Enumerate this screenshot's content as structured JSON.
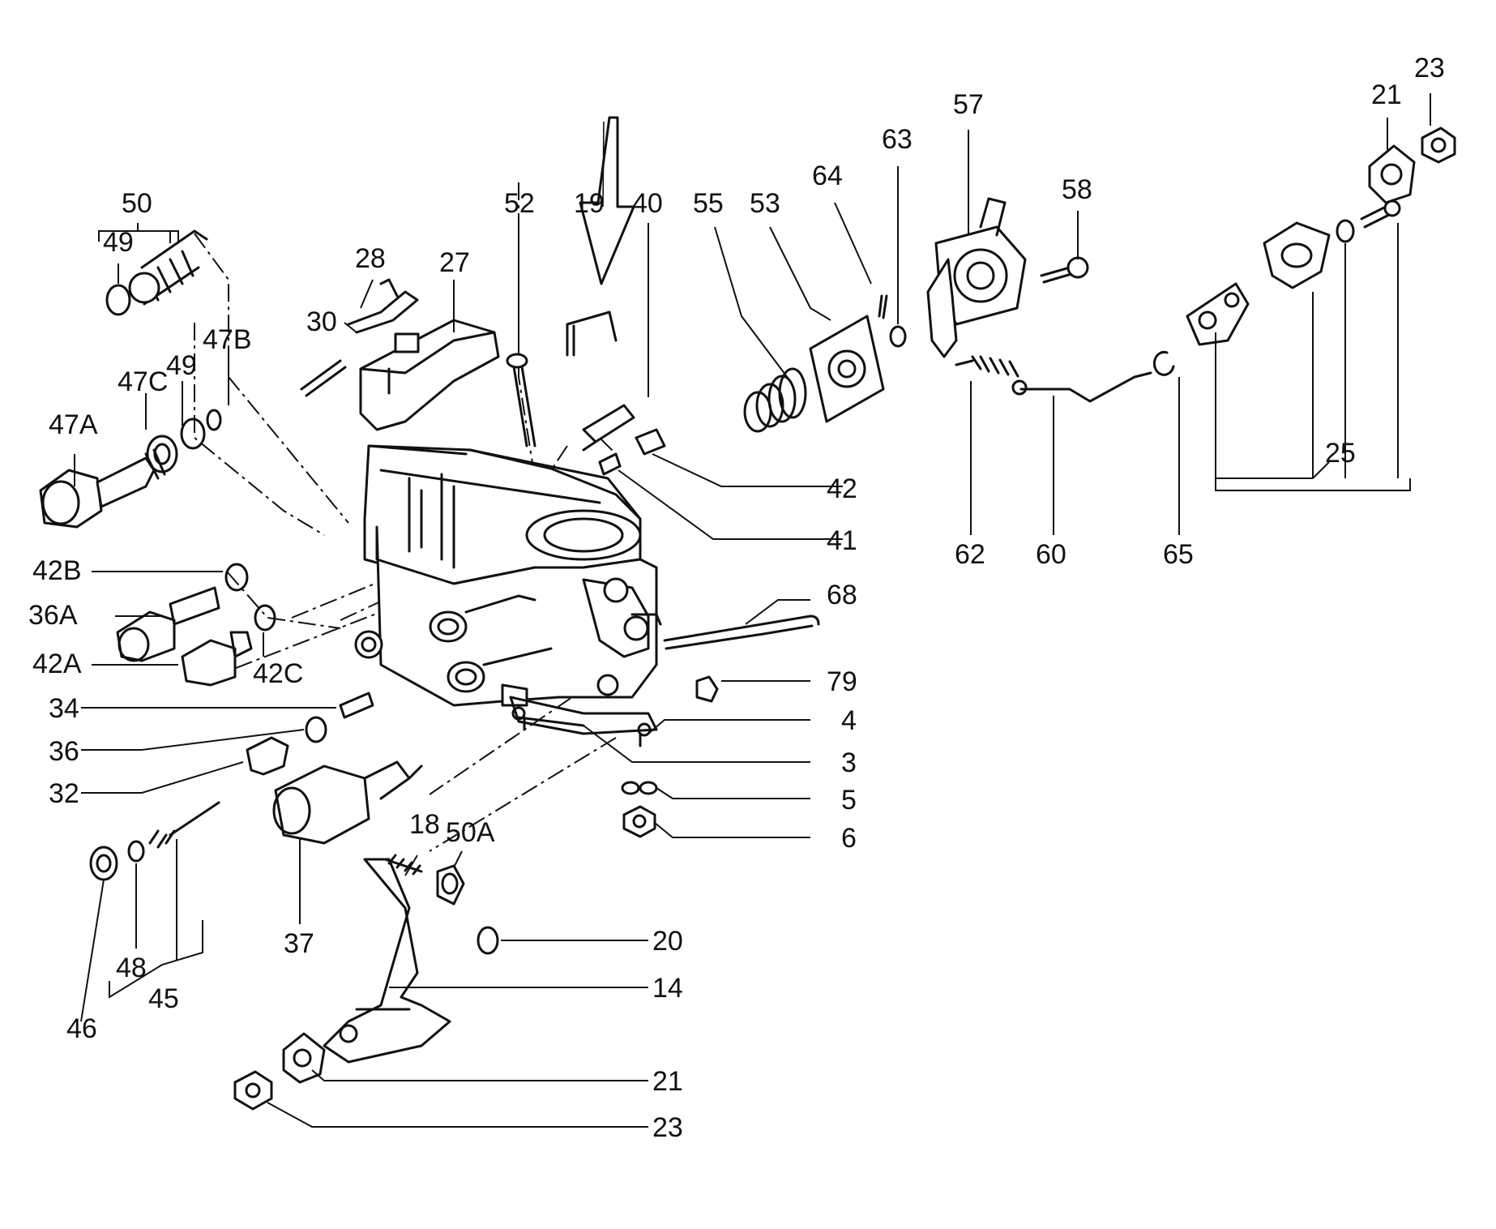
{
  "callouts": [
    {
      "id": "c50",
      "text": "50"
    },
    {
      "id": "c49a",
      "text": "49"
    },
    {
      "id": "c28",
      "text": "28"
    },
    {
      "id": "c27",
      "text": "27"
    },
    {
      "id": "c30",
      "text": "30"
    },
    {
      "id": "c52",
      "text": "52"
    },
    {
      "id": "c19",
      "text": "19"
    },
    {
      "id": "c40",
      "text": "40"
    },
    {
      "id": "c55",
      "text": "55"
    },
    {
      "id": "c53",
      "text": "53"
    },
    {
      "id": "c64",
      "text": "64"
    },
    {
      "id": "c63",
      "text": "63"
    },
    {
      "id": "c57",
      "text": "57"
    },
    {
      "id": "c58",
      "text": "58"
    },
    {
      "id": "c21a",
      "text": "21"
    },
    {
      "id": "c23a",
      "text": "23"
    },
    {
      "id": "c47b",
      "text": "47B"
    },
    {
      "id": "c47c",
      "text": "47C"
    },
    {
      "id": "c49b",
      "text": "49"
    },
    {
      "id": "c47a",
      "text": "47A"
    },
    {
      "id": "c42",
      "text": "42"
    },
    {
      "id": "c41",
      "text": "41"
    },
    {
      "id": "c62",
      "text": "62"
    },
    {
      "id": "c60",
      "text": "60"
    },
    {
      "id": "c65",
      "text": "65"
    },
    {
      "id": "c25",
      "text": "25"
    },
    {
      "id": "c42b",
      "text": "42B"
    },
    {
      "id": "c36a",
      "text": "36A"
    },
    {
      "id": "c42a",
      "text": "42A"
    },
    {
      "id": "c42c",
      "text": "42C"
    },
    {
      "id": "c68",
      "text": "68"
    },
    {
      "id": "c79",
      "text": "79"
    },
    {
      "id": "c34",
      "text": "34"
    },
    {
      "id": "c4",
      "text": "4"
    },
    {
      "id": "c36",
      "text": "36"
    },
    {
      "id": "c3",
      "text": "3"
    },
    {
      "id": "c32",
      "text": "32"
    },
    {
      "id": "c5",
      "text": "5"
    },
    {
      "id": "c6",
      "text": "6"
    },
    {
      "id": "c18",
      "text": "18"
    },
    {
      "id": "c50a",
      "text": "50A"
    },
    {
      "id": "c37",
      "text": "37"
    },
    {
      "id": "c20",
      "text": "20"
    },
    {
      "id": "c48",
      "text": "48"
    },
    {
      "id": "c45",
      "text": "45"
    },
    {
      "id": "c14",
      "text": "14"
    },
    {
      "id": "c46",
      "text": "46"
    },
    {
      "id": "c21b",
      "text": "21"
    },
    {
      "id": "c23b",
      "text": "23"
    }
  ]
}
